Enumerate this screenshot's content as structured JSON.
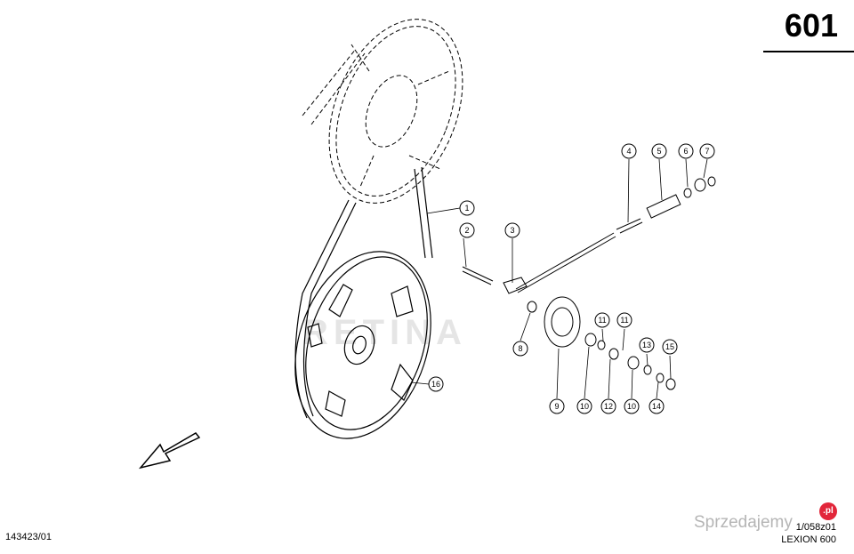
{
  "header": {
    "page_number": "601"
  },
  "footer": {
    "doc_code": "143423/01",
    "drawing_ref": "1/058z01",
    "model": "LEXION 600"
  },
  "watermark": {
    "text": "RETINA",
    "site": "Sprzedajemy",
    "badge": ".pl"
  },
  "callouts": [
    "1",
    "2",
    "3",
    "4",
    "5",
    "6",
    "7",
    "8",
    "9",
    "10",
    "11",
    "11",
    "12",
    "10",
    "13",
    "14",
    "15",
    "16"
  ],
  "icons": {
    "direction": "arrow-left-down-icon"
  }
}
